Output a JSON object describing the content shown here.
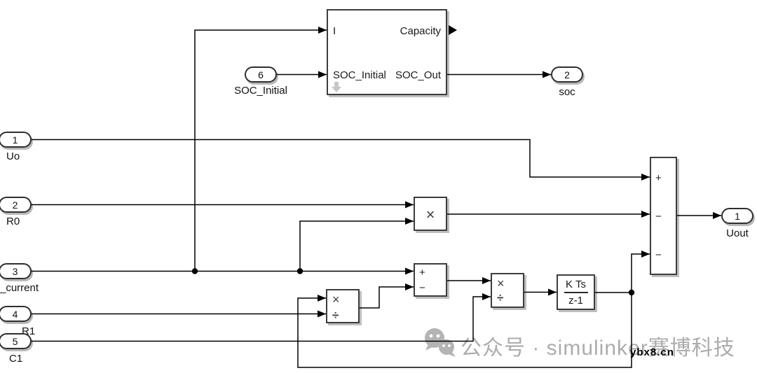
{
  "colors": {
    "wire": "#000000",
    "block_border": "#3c3c3c",
    "watermark_gray": "#acacac"
  },
  "subsystem": {
    "in1": "I",
    "in2": "SOC_Initial",
    "out1": "Capacity",
    "out2": "SOC_Out"
  },
  "inports": [
    {
      "num": "1",
      "label": "Uo"
    },
    {
      "num": "2",
      "label": "R0"
    },
    {
      "num": "3",
      "label": "_current"
    },
    {
      "num": "4",
      "label": "R1"
    },
    {
      "num": "5",
      "label": "C1"
    },
    {
      "num": "6",
      "label": "SOC_Initial"
    }
  ],
  "outports": [
    {
      "num": "2",
      "label": "soc"
    },
    {
      "num": "1",
      "label": "Uout"
    }
  ],
  "blocks": {
    "product": {
      "op1": "×"
    },
    "divide1": {
      "op1": "×",
      "op2": "÷"
    },
    "divide2": {
      "op1": "×",
      "op2": "÷"
    },
    "sum2": {
      "in1": "+",
      "in2": "−"
    },
    "sum3": {
      "in1": "+",
      "in2": "−",
      "in3": "−"
    },
    "integrator": {
      "numerator": "K Ts",
      "denominator": "z-1"
    }
  },
  "watermark": {
    "caption": "公众号 · simulinker赛博科技",
    "site": "ybx8.cn"
  }
}
